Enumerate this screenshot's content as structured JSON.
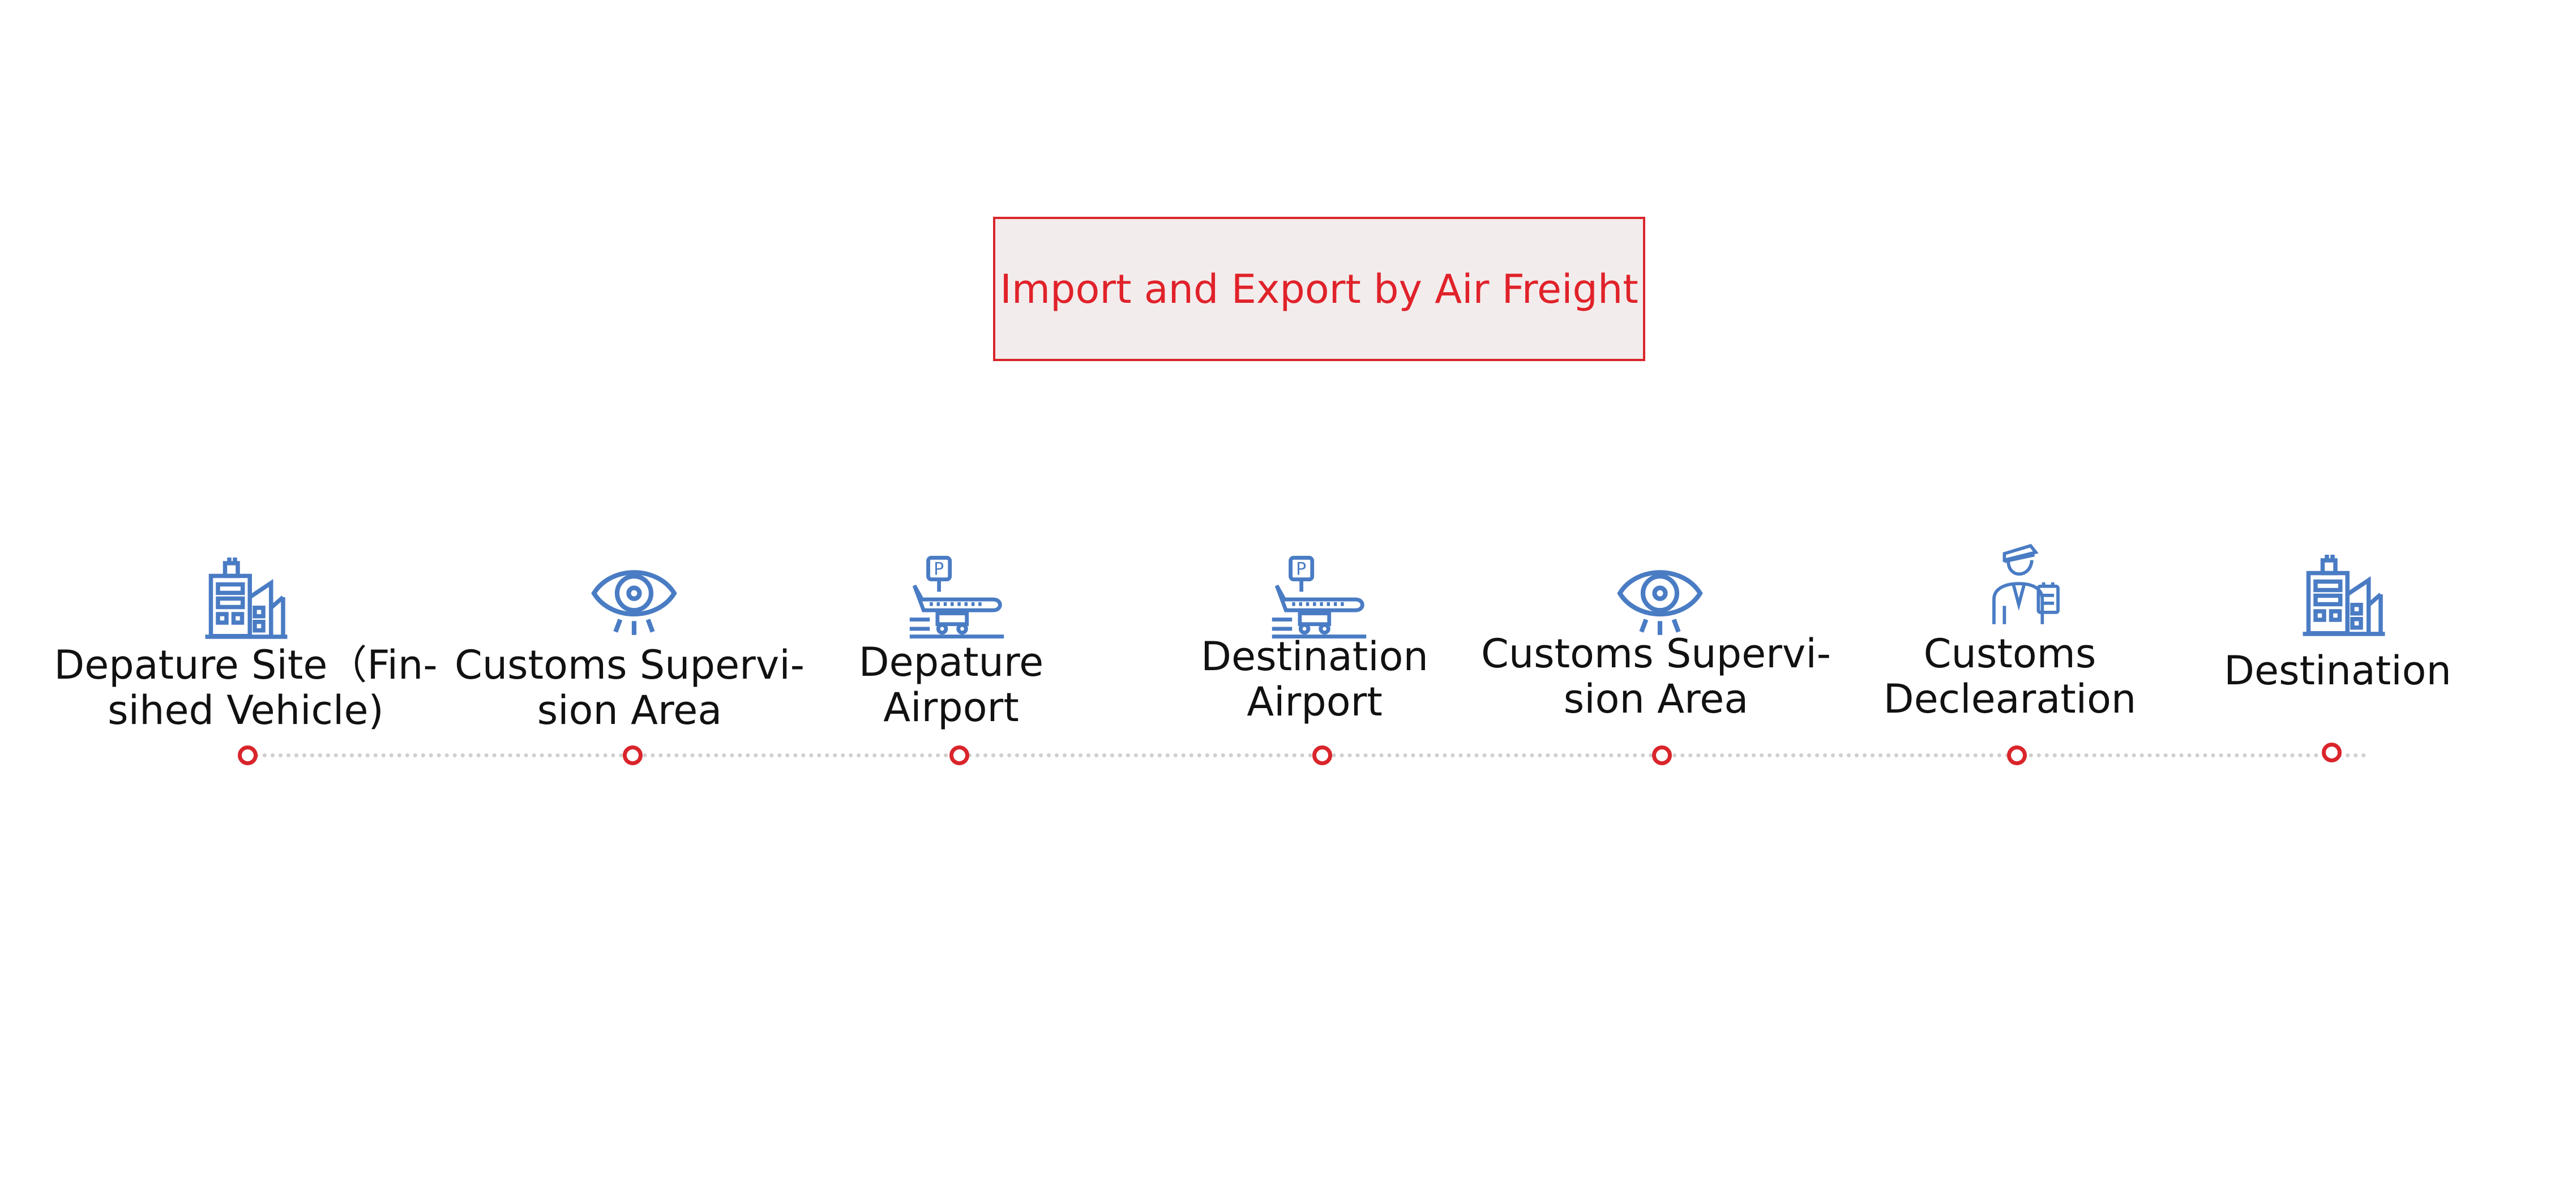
{
  "title": "Import and Export by Air Freight",
  "colors": {
    "accent_red": "#d9252b",
    "title_fill": "#f3ecec",
    "icon_blue": "#4a7cc4",
    "timeline_gray": "#cfcfcf"
  },
  "steps": [
    {
      "icon": "building-icon",
      "lines": [
        "Depature Site（Fin-",
        "sihed Vehicle)"
      ]
    },
    {
      "icon": "eye-icon",
      "lines": [
        "Customs Supervi-",
        "sion Area"
      ]
    },
    {
      "icon": "airplane-parking-icon",
      "lines": [
        "Depature",
        "Airport"
      ]
    },
    {
      "icon": "airplane-parking-icon",
      "lines": [
        "Destination",
        "Airport"
      ]
    },
    {
      "icon": "eye-icon",
      "lines": [
        "Customs Supervi-",
        "sion Area"
      ]
    },
    {
      "icon": "customs-officer-icon",
      "lines": [
        "Customs",
        "Declearation"
      ]
    },
    {
      "icon": "building-icon",
      "lines": [
        "Destination"
      ]
    }
  ]
}
